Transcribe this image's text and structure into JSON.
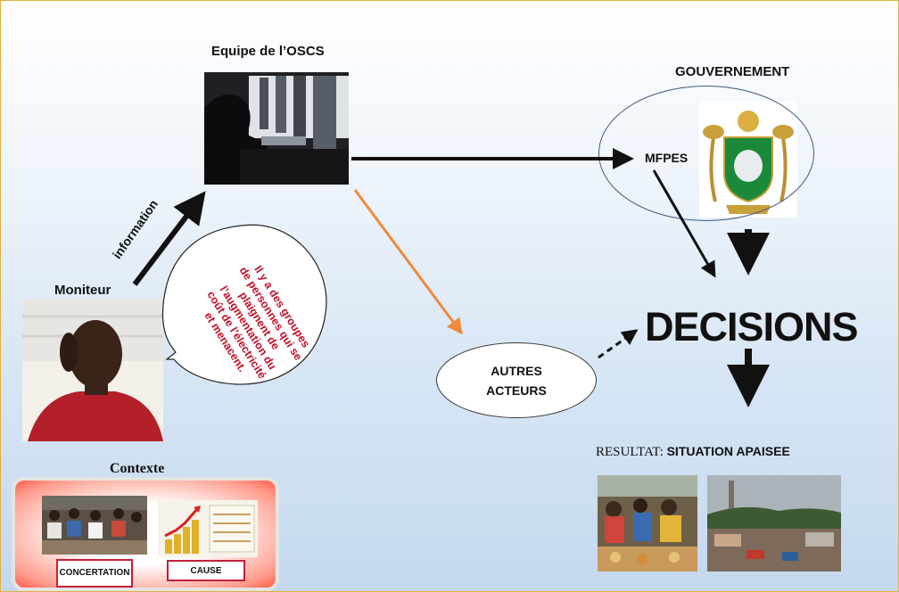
{
  "oscs_team": {
    "title": "Equipe de l’OSCS"
  },
  "government": {
    "title": "GOUVERNEMENT",
    "ministry": "MFPES"
  },
  "moniteur": {
    "label": "Moniteur"
  },
  "information_arrow": {
    "label": "information"
  },
  "speech_bubble": {
    "lines": [
      "Il y a des groupes",
      "de personnes qui se",
      "plaignent de",
      "l’augmentation du",
      "coût de l’électricité",
      "et menacent."
    ],
    "text_color": "#c0102a"
  },
  "decisions": {
    "label": "DECISIONS"
  },
  "other_actors": {
    "line1": "AUTRES",
    "line2": "ACTEURS"
  },
  "result": {
    "prefix": "RESULTAT: ",
    "value": "SITUATION APAISEE"
  },
  "context": {
    "title": "Contexte",
    "concertation_label": "CONCERTATION",
    "cause_label": "CAUSE"
  },
  "colors": {
    "orange_arrow": "#ee8a3a",
    "arrow": "#111111",
    "emblem_green": "#1a8a3a",
    "context_border": "#c0203a"
  }
}
